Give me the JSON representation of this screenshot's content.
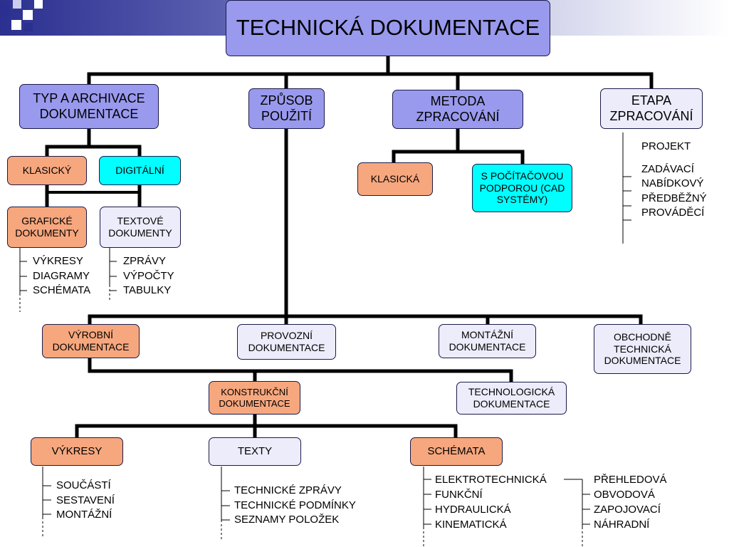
{
  "title": "TECHNICKÁ DOKUMENTACE",
  "categories": {
    "typ": "TYP A ARCHIVACE DOKUMENTACE",
    "zpusob": "ZPŮSOB POUŽITÍ",
    "metoda": "METODA ZPRACOVÁNÍ",
    "etapa": "ETAPA ZPRACOVÁNÍ"
  },
  "typ": {
    "klasicky": "KLASICKÝ",
    "digitalni": "DIGITÁLNÍ",
    "graficke": "GRAFICKÉ DOKUMENTY",
    "textove": "TEXTOVÉ DOKUMENTY",
    "graficke_items": [
      "VÝKRESY",
      "DIAGRAMY",
      "SCHÉMATA"
    ],
    "textove_items": [
      "ZPRÁVY",
      "VÝPOČTY",
      "TABULKY"
    ]
  },
  "metoda": {
    "klasicka": "KLASICKÁ",
    "pocitac": "S POČÍTAČOVOU PODPOROU (CAD SYSTÉMY)"
  },
  "etapa_items": [
    "PROJEKT",
    "ZADÁVACÍ",
    "NABÍDKOVÝ",
    "PŘEDBĚŽNÝ",
    "PROVÁDĚCÍ"
  ],
  "pouziti": {
    "vyrobni": "VÝROBNÍ DOKUMENTACE",
    "provozni": "PROVOZNÍ DOKUMENTACE",
    "montazni": "MONTÁŽNÍ DOKUMENTACE",
    "obchodne": "OBCHODNĚ TECHNICKÁ DOKUMENTACE"
  },
  "vyrobni": {
    "konstrukcni": "KONSTRUKČNÍ DOKUMENTACE",
    "technologicka": "TECHNOLOGICKÁ DOKUMENTACE"
  },
  "konstrukcni": {
    "vykresy": "VÝKRESY",
    "texty": "TEXTY",
    "schemata": "SCHÉMATA",
    "vykresy_items": [
      "SOUČÁSTÍ",
      "SESTAVENÍ",
      "MONTÁŽNÍ"
    ],
    "texty_items": [
      "TECHNICKÉ ZPRÁVY",
      "TECHNICKÉ PODMÍNKY",
      "SEZNAMY POLOŽEK"
    ],
    "schemata_items_a": [
      "ELEKTROTECHNICKÁ",
      "FUNKČNÍ",
      "HYDRAULICKÁ",
      "KINEMATICKÁ"
    ],
    "schemata_items_b": [
      "PŘEHLEDOVÁ",
      "OBVODOVÁ",
      "ZAPOJOVACÍ",
      "NÁHRADNÍ"
    ]
  },
  "colors": {
    "blue": "#9999ee",
    "pale": "#ececfb",
    "orange": "#f7a77e",
    "cyan": "#00ffff",
    "banner": "#2b2f8f"
  }
}
